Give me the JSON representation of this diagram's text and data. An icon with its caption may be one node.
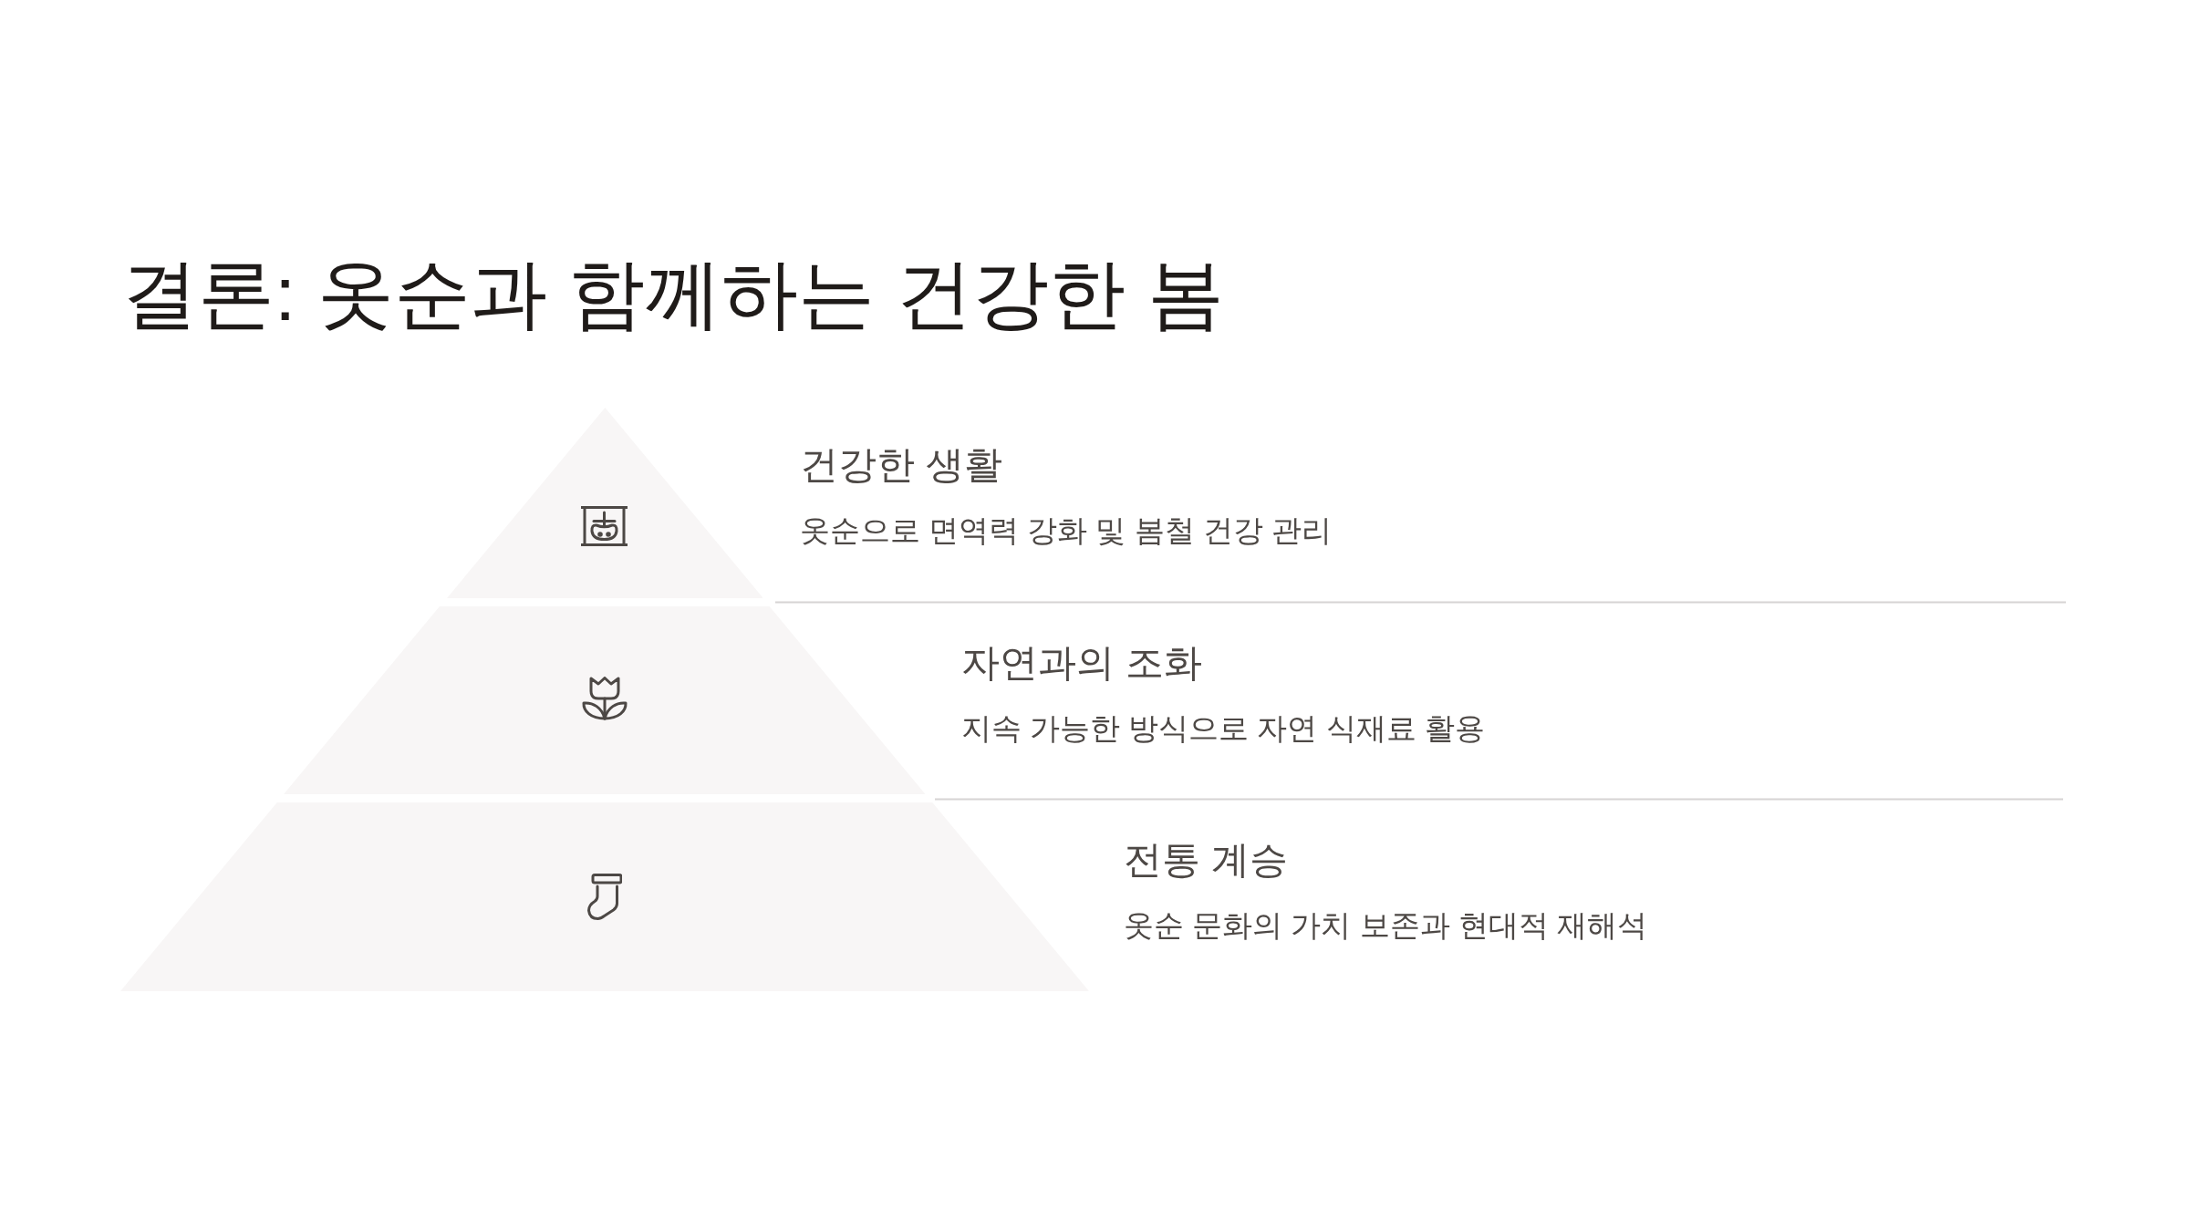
{
  "diagram": {
    "title": "결론: 옷순과 함께하는 건강한 봄",
    "nodes": [
      {
        "text": [
          "건강한 생활",
          "옷순으로 면역력 강화 및 봄철 건강 관리"
        ]
      },
      {
        "text": [
          "자연과의 조화",
          "지속 가능한 방식으로 자연 식재료 활용"
        ]
      },
      {
        "text": [
          "전통 계승",
          "옷순 문화의 가치 보존과 현대적 재해석"
        ]
      }
    ],
    "edges": []
  }
}
